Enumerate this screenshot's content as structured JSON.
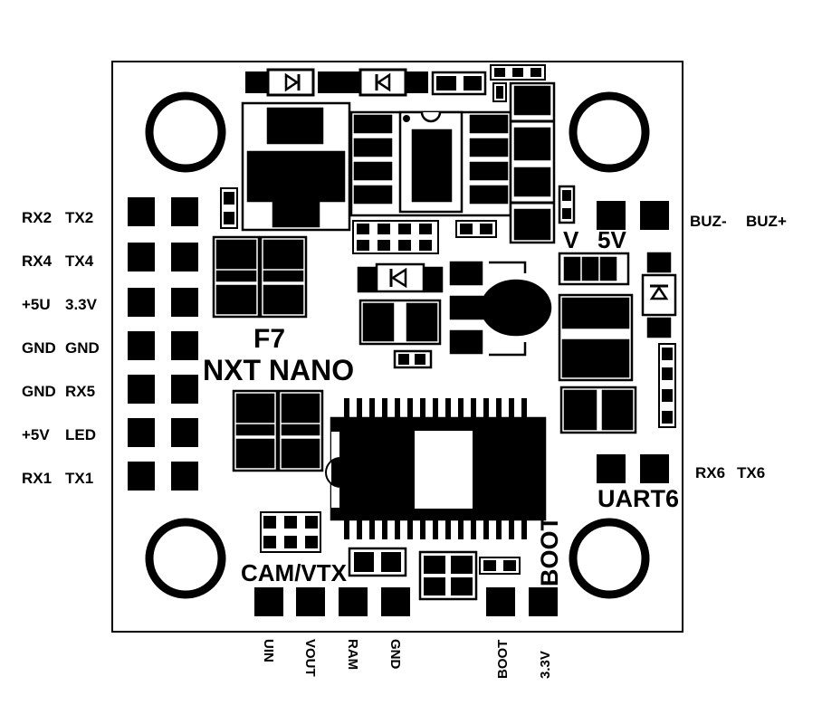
{
  "board": {
    "name_line1": "F7",
    "name_line2": "NXT NANO",
    "uart6_label": "UART6",
    "boot_silk": "BOOT",
    "cam_vtx": "CAM/VTX",
    "v_label": "V",
    "fivev_label": "5V"
  },
  "left_pads": [
    {
      "left": "RX2",
      "right": "TX2"
    },
    {
      "left": "RX4",
      "right": "TX4"
    },
    {
      "left": "+5U",
      "right": "3.3V"
    },
    {
      "left": "GND",
      "right": "GND"
    },
    {
      "left": "GND",
      "right": "RX5"
    },
    {
      "left": "+5V",
      "right": "LED"
    },
    {
      "left": "RX1",
      "right": "TX1"
    }
  ],
  "right_pads": {
    "buzzer": {
      "left": "BUZ-",
      "right": "BUZ+"
    },
    "uart6": {
      "left": "RX6",
      "right": "TX6"
    }
  },
  "bottom_pads": [
    "UIN",
    "VOUT",
    "RAM",
    "GND",
    "BOOT",
    "3.3V"
  ],
  "colors": {
    "ink": "#000000",
    "paper": "#ffffff"
  }
}
